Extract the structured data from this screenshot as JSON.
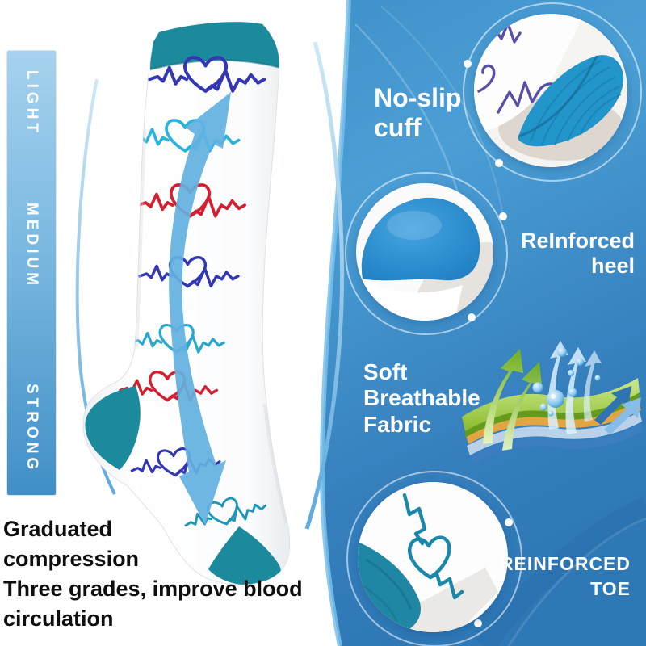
{
  "grade_bar": {
    "labels": [
      "LIGHT",
      "MEDIUM",
      "STRONG"
    ],
    "top_color": "#a6d2ee",
    "bottom_color": "#418fc8"
  },
  "caption": {
    "lines": [
      "Graduated",
      "compression",
      "Three grades, improve blood",
      "circulation"
    ]
  },
  "features": {
    "cuff": {
      "line1": "No-slip",
      "line2": "cuff"
    },
    "heel": {
      "line1": "ReInforced",
      "line2": "heel"
    },
    "fabric": {
      "line1": "Soft",
      "line2": "Breathable",
      "line3": "Fabric"
    },
    "toe": {
      "line1": "REINFORCED",
      "line2": "TOE"
    }
  },
  "colors": {
    "panel_blue_top": "#4092ca",
    "panel_blue_bottom": "#2e78b6",
    "sock_accent_teal": "#1b8a9c",
    "heartbeat_navy": "#3336b5",
    "heartbeat_cyan": "#2ab4dc",
    "heartbeat_red": "#d31f30",
    "flow_arrow_blue": "#63b1e1",
    "fabric_layer_green": "#8abb2e",
    "fabric_layer_orange": "#e2a544",
    "fabric_layer_lightblue": "#b9d2ea",
    "fabric_layer_darkblue": "#3c7fc0"
  }
}
